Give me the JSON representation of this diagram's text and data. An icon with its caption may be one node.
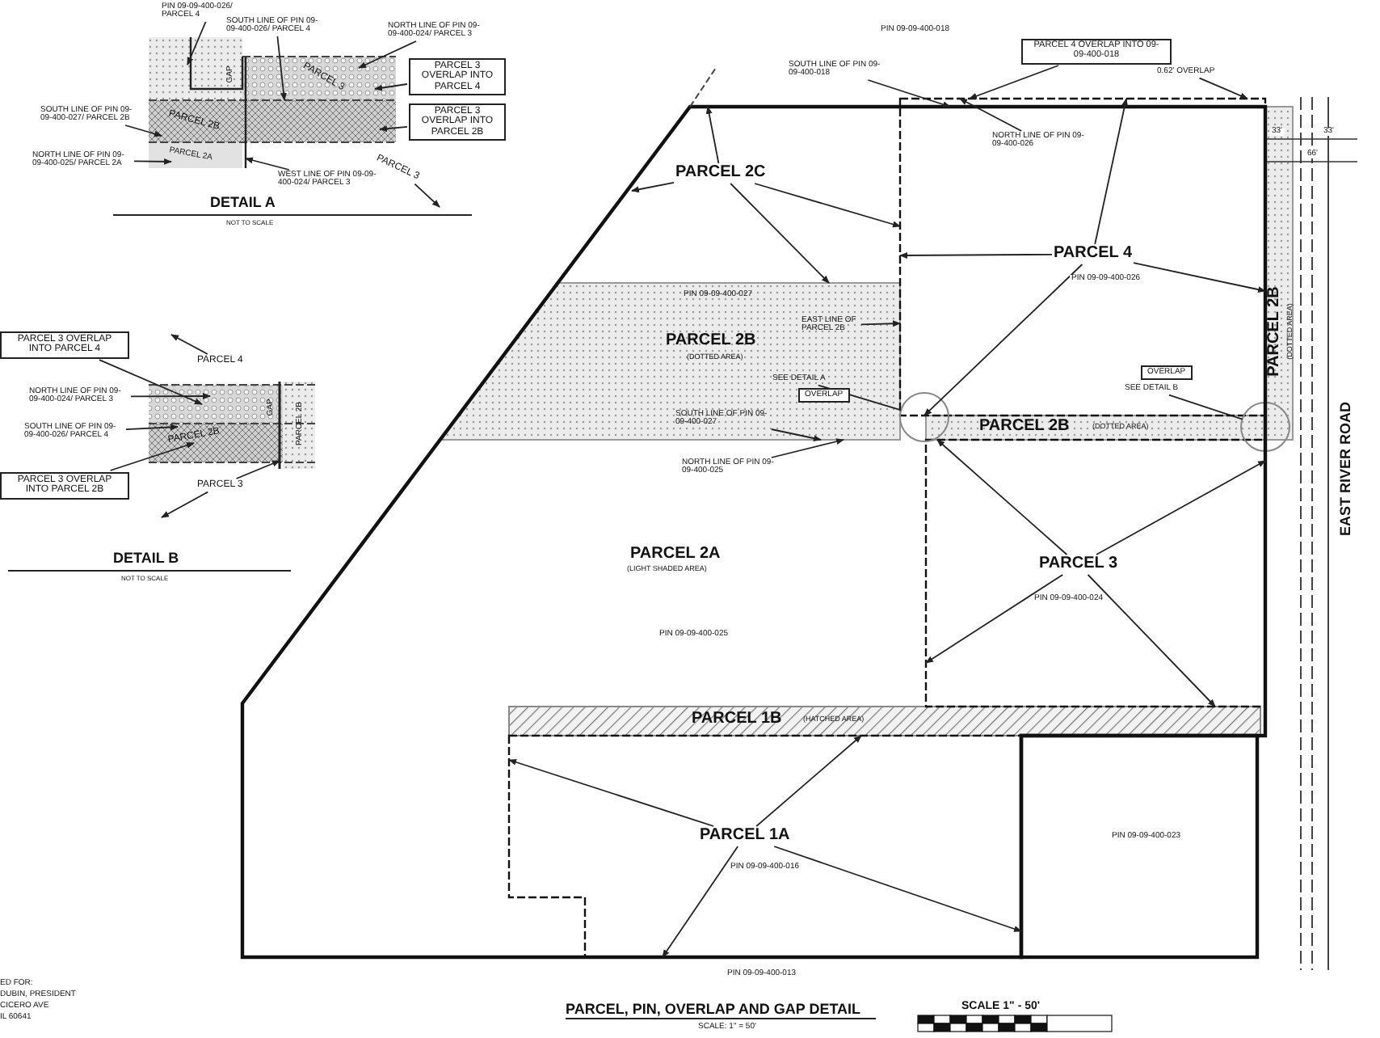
{
  "diagram": {
    "title": "PARCEL, PIN, OVERLAP AND GAP DETAIL",
    "nodes": [
      {
        "text": [
          "PARCEL 2A",
          "(LIGHT SHADED AREA)",
          "PIN 09-09-400-025"
        ]
      },
      {
        "text": [
          "PARCEL 2C"
        ],
        "in": 0
      },
      {
        "text": [
          "PIN 09-09-400-026",
          "OVERLAP"
        ],
        "in": 0
      },
      {
        "text": [
          "PARCEL 4"
        ],
        "in": 2
      },
      {
        "text": [
          "NORTH LINE OF PIN 09-09-400-026"
        ],
        "in": 2
      },
      {
        "text": [
          "SEE DETAIL B"
        ],
        "in": 2
      },
      {
        "text": [
          "PIN 09-09-400-027",
          "PARCEL 2B",
          "(DOTTED AREA)",
          "OVERLAP"
        ],
        "in": 0
      },
      {
        "text": [
          "EAST LINE OF PARCEL 2B"
        ],
        "in": 6
      },
      {
        "text": [
          "SEE DETAIL A"
        ],
        "in": 6
      },
      {
        "text": [
          "SOUTH LINE OF PIN 09-09-400-027"
        ],
        "in": 6
      },
      {
        "text": [
          "NORTH LINE OF PIN 09-09-400-025"
        ],
        "in": 0
      },
      {
        "text": [
          "PIN 09-09-400-024"
        ],
        "in": 0
      },
      {
        "text": [
          "PARCEL 3"
        ],
        "in": 11
      },
      {
        "text": [
          "PARCEL 1B",
          "(HATCHED AREA)"
        ],
        "in": 0
      },
      {
        "text": [
          "PIN 09-09-400-016"
        ],
        "in": 0
      },
      {
        "text": [
          "PARCEL 1A"
        ],
        "in": 14
      },
      {
        "text": [
          "PIN 09-09-400-023"
        ],
        "in": 0
      },
      {
        "text": [
          "PARCEL 2B",
          "(DOTTED AREA)",
          "PARCEL 2B",
          "(DOTTED AREA)"
        ]
      },
      {
        "text": [
          "PARCEL 4 OVERLAP INTO 09-09-400-018"
        ]
      },
      {
        "text": [
          "SOUTH LINE OF PIN 09-09-400-018"
        ]
      },
      {
        "text": [
          "0.62' OVERLAP"
        ]
      },
      {
        "text": [],
        "shape": "circle",
        "in": 0
      },
      {
        "text": [],
        "shape": "circle"
      },
      {
        "text": [
          "PARCEL 3",
          "PARCEL 2B",
          "GAP",
          "PARCEL 2A"
        ],
        "beside": [
          "DETAIL A",
          "NOT TO SCALE"
        ]
      },
      {
        "text": [
          "PIN 09-09-400-026/ PARCEL 4"
        ]
      },
      {
        "text": [
          "SOUTH LINE OF PIN 09-09-400-026/ PARCEL 4"
        ]
      },
      {
        "text": [
          "NORTH LINE OF PIN 09-09-400-024/ PARCEL 3"
        ]
      },
      {
        "text": [
          "PARCEL 3 OVERLAP INTO PARCEL 4"
        ]
      },
      {
        "text": [
          "PARCEL 3 OVERLAP INTO PARCEL 2B"
        ]
      },
      {
        "text": [
          "SOUTH LINE OF PIN 09-09-400-027/ PARCEL 2B"
        ]
      },
      {
        "text": [
          "NORTH LINE OF PIN 09-09-400-025/ PARCEL 2A"
        ]
      },
      {
        "text": [
          "WEST LINE OF PIN 09-09-400-024/ PARCEL 3"
        ]
      },
      {
        "text": [
          "PARCEL 3"
        ]
      },
      {
        "text": [
          "PARCEL 2B",
          "PARCEL 2B",
          "GAP"
        ],
        "beside": [
          "DETAIL B",
          "NOT TO SCALE"
        ]
      },
      {
        "text": [
          "PARCEL 3 OVERLAP INTO PARCEL 4"
        ]
      },
      {
        "text": [
          "PARCEL 4"
        ]
      },
      {
        "text": [
          "NORTH LINE OF PIN 09-09-400-024/ PARCEL 3"
        ]
      },
      {
        "text": [
          "SOUTH LINE OF PIN 09-09-400-026/ PARCEL 4"
        ]
      },
      {
        "text": [
          "PARCEL 3 OVERLAP INTO PARCEL 2B"
        ]
      },
      {
        "text": [
          "PARCEL 3"
        ]
      }
    ],
    "edges": [
      {
        "from": 1,
        "to": 0,
        "arrow": "to"
      },
      {
        "from": 1,
        "to": 0,
        "arrow": "to"
      },
      {
        "from": 1,
        "to": 2,
        "arrow": "to"
      },
      {
        "from": 1,
        "to": 6,
        "arrow": "to"
      },
      {
        "from": 3,
        "to": 2,
        "arrow": "to"
      },
      {
        "from": 3,
        "to": 2,
        "arrow": "to"
      },
      {
        "from": 3,
        "to": 2,
        "arrow": "to"
      },
      {
        "from": 3,
        "to": 2,
        "arrow": "to"
      },
      {
        "from": 12,
        "to": 11,
        "arrow": "to"
      },
      {
        "from": 12,
        "to": 11,
        "arrow": "to"
      },
      {
        "from": 12,
        "to": 11,
        "arrow": "to"
      },
      {
        "from": 12,
        "to": 13,
        "arrow": "to"
      },
      {
        "from": 15,
        "to": 14,
        "arrow": "to"
      },
      {
        "from": 15,
        "to": 14,
        "arrow": "to"
      },
      {
        "from": 15,
        "to": 13,
        "arrow": "to"
      },
      {
        "from": 15,
        "to": 14,
        "arrow": "to"
      },
      {
        "from": 18,
        "to": 2,
        "arrow": "to"
      },
      {
        "from": 19,
        "to": 0,
        "arrow": "to"
      },
      {
        "from": 4,
        "to": 2,
        "arrow": "to"
      },
      {
        "from": 20,
        "to": 2,
        "arrow": "to"
      },
      {
        "from": 7,
        "to": 6,
        "arrow": "to"
      },
      {
        "from": 8,
        "to": 21,
        "arrow": "none"
      },
      {
        "from": 5,
        "to": 22,
        "arrow": "none"
      },
      {
        "from": 9,
        "to": 6,
        "arrow": "to"
      },
      {
        "from": 10,
        "to": 6,
        "arrow": "to"
      },
      {
        "from": 24,
        "to": 23,
        "arrow": "to"
      },
      {
        "from": 25,
        "to": 23,
        "arrow": "to"
      },
      {
        "from": 26,
        "to": 23,
        "arrow": "to"
      },
      {
        "from": 27,
        "to": 23,
        "arrow": "to"
      },
      {
        "from": 28,
        "to": 23,
        "arrow": "to"
      },
      {
        "from": 29,
        "to": 23,
        "arrow": "to"
      },
      {
        "from": 30,
        "to": 23,
        "arrow": "to"
      },
      {
        "from": 31,
        "to": 23,
        "arrow": "to"
      },
      {
        "from": 32,
        "to": null,
        "arrow": "to"
      },
      {
        "from": 34,
        "to": 33,
        "arrow": "to"
      },
      {
        "from": 35,
        "to": null,
        "arrow": "to"
      },
      {
        "from": 36,
        "to": 33,
        "arrow": "to"
      },
      {
        "from": 37,
        "to": 33,
        "arrow": "to"
      },
      {
        "from": 38,
        "to": 33,
        "arrow": "to"
      },
      {
        "from": 39,
        "to": null,
        "arrow": "to"
      },
      {
        "from": 39,
        "to": 33,
        "arrow": "to"
      }
    ],
    "labels": [
      "PIN 09-09-400-018",
      "PIN 09-09-400-013",
      "33'",
      "33'",
      "66'",
      "EAST RIVER ROAD",
      "SCALE: 1\" = 50'",
      "SCALE 1\" - 50'",
      "ED FOR:",
      "DUBIN, PRESIDENT",
      "CICERO AVE",
      "IL 60641"
    ]
  }
}
